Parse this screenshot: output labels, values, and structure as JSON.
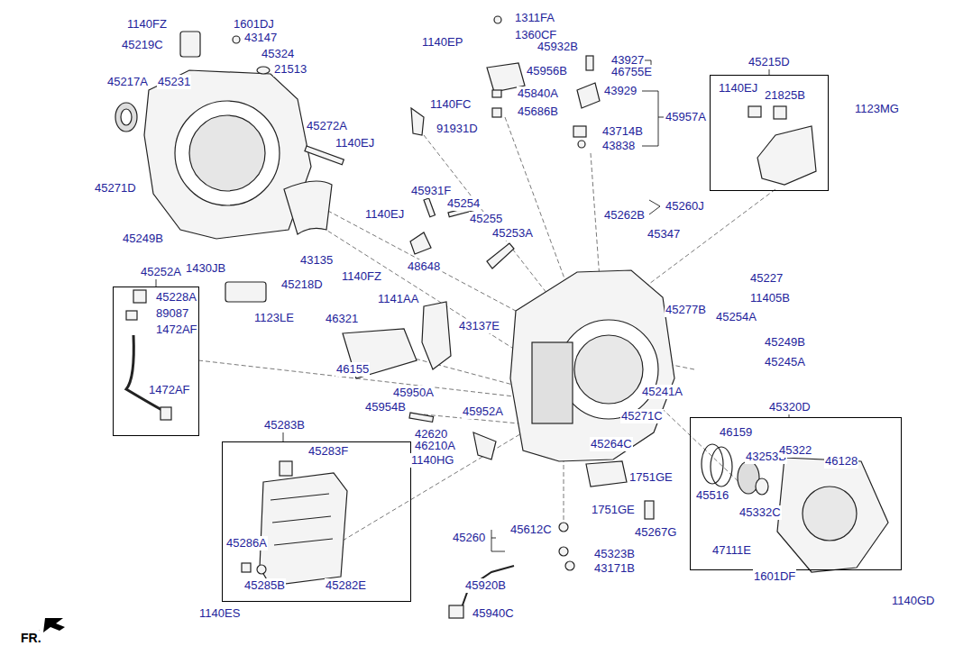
{
  "diagram": {
    "nodes": [
      {
        "text": [
          "45215D"
        ]
      },
      {
        "text": [
          "45252A"
        ]
      },
      {
        "text": [
          "45283B"
        ]
      },
      {
        "text": [
          "45320D"
        ]
      }
    ],
    "labels": [
      "1140FZ",
      "1601DJ",
      "45219C",
      "43147",
      "45324",
      "21513",
      "45217A",
      "45231",
      "45272A",
      "1140EJ",
      "45271D",
      "45249B",
      "1430JB",
      "43135",
      "1140FZ",
      "45218D",
      "1123LE",
      "1311FA",
      "1360CF",
      "1140EP",
      "45932B",
      "45956B",
      "45840A",
      "45686B",
      "43927",
      "46755E",
      "43929",
      "45957A",
      "43714B",
      "43838",
      "1140FC",
      "91931D",
      "1140EJ",
      "21825B",
      "1123MG",
      "45931F",
      "45254",
      "45255",
      "45253A",
      "1140EJ",
      "48648",
      "45260J",
      "45262B",
      "45347",
      "45227",
      "11405B",
      "45277B",
      "45254A",
      "45249B",
      "45245A",
      "45241A",
      "1141AA",
      "43137E",
      "46321",
      "46155",
      "45950A",
      "45954B",
      "45952A",
      "42620",
      "46210A",
      "1140HG",
      "45271C",
      "45264C",
      "1751GE",
      "1751GE",
      "45267G",
      "45228A",
      "89087",
      "1472AF",
      "1472AF",
      "45283F",
      "45286A",
      "45285B",
      "45282E",
      "1140ES",
      "45260",
      "45612C",
      "45323B",
      "43171B",
      "45920B",
      "45940C",
      "46159",
      "43253B",
      "45322",
      "46128",
      "45516",
      "45332C",
      "47111E",
      "1601DF",
      "1140GD",
      "FR."
    ]
  }
}
